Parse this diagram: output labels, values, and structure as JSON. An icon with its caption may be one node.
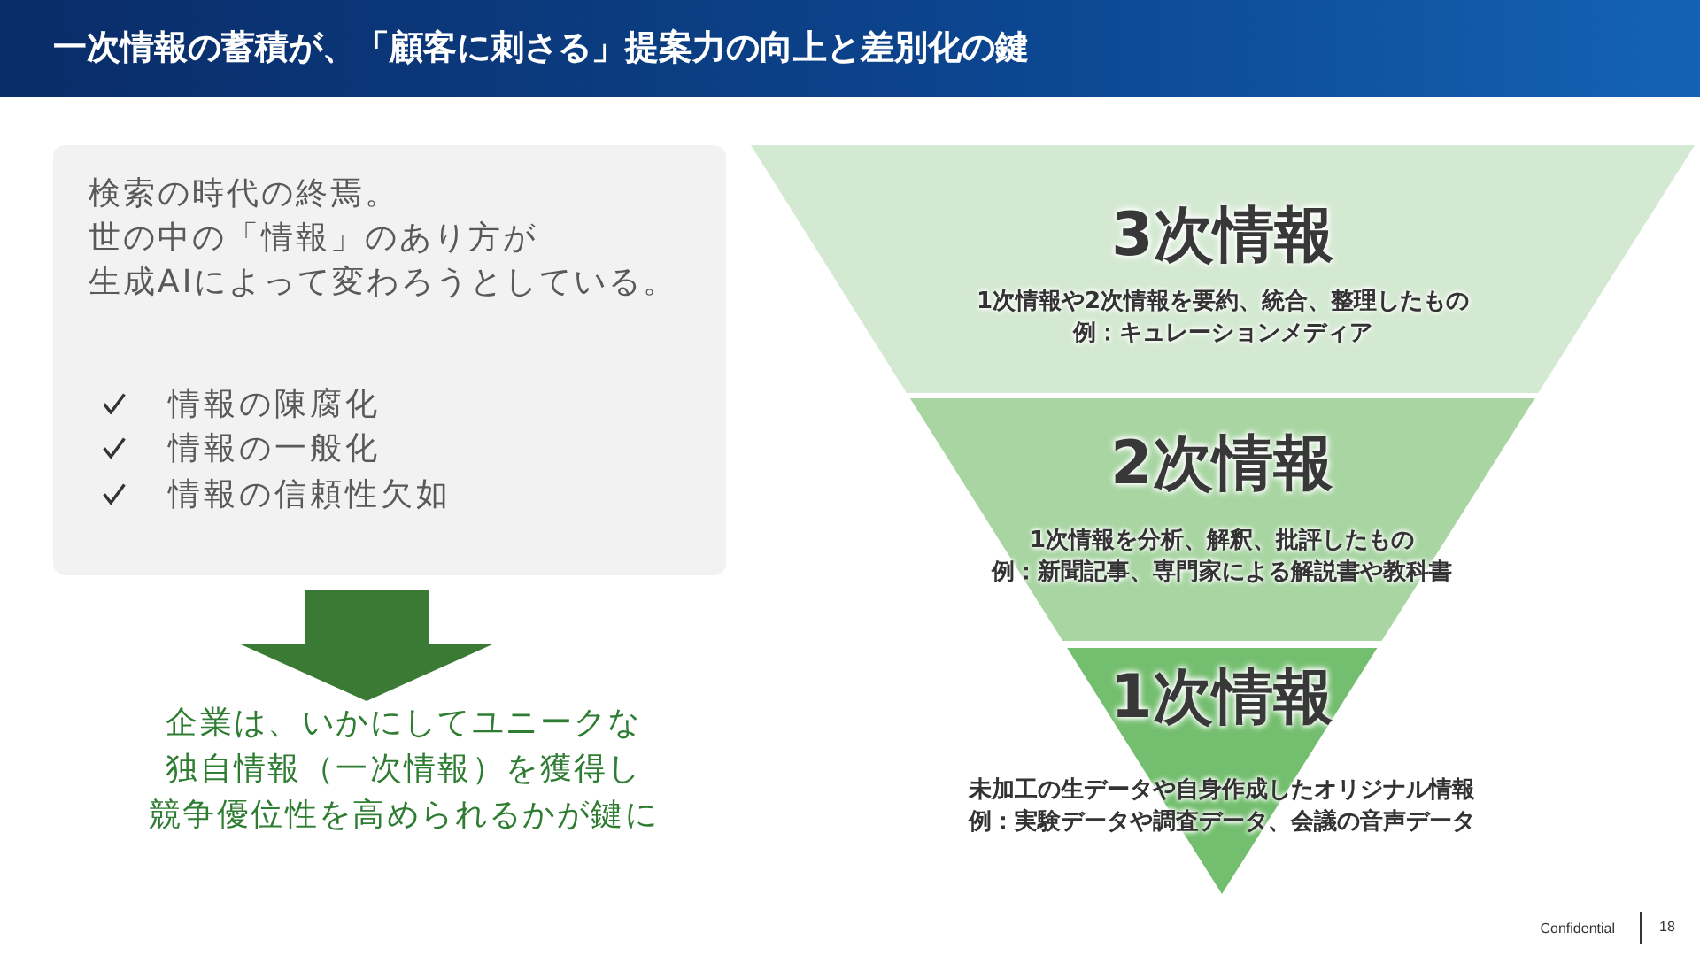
{
  "diagram": {
    "title": "一次情報の蓄積が、「顧客に刺さる」提案力の向上と差別化の鍵",
    "nodes": [
      {
        "text": [
          "検索の時代の終焉。世の中の「情報」のあり方が生成AIによって変わろうとしている。",
          "情報の陳腐化",
          "情報の一般化",
          "情報の信頼性欠如"
        ]
      },
      {
        "text": [
          "企業は、いかにしてユニークな独自情報（一次情報）を獲得し競争優位性を高められるかが鍵に"
        ]
      },
      {
        "text": [
          "3次情報",
          "1次情報や2次情報を要約、統合、整理したもの",
          "例：キュレーションメディア"
        ]
      },
      {
        "text": [
          "2次情報",
          "1次情報を分析、解釈、批評したもの",
          "例：新聞記事、専門家による解説書や教科書"
        ]
      },
      {
        "text": [
          "1次情報",
          "未加工の生データや自身作成したオリジナル情報",
          "例：実験データや調査データ、会議の音声データ"
        ]
      }
    ],
    "edges": [
      {
        "from": 0,
        "to": 1,
        "arrow": "to"
      }
    ],
    "labels": [
      "Confidential",
      "18"
    ]
  }
}
